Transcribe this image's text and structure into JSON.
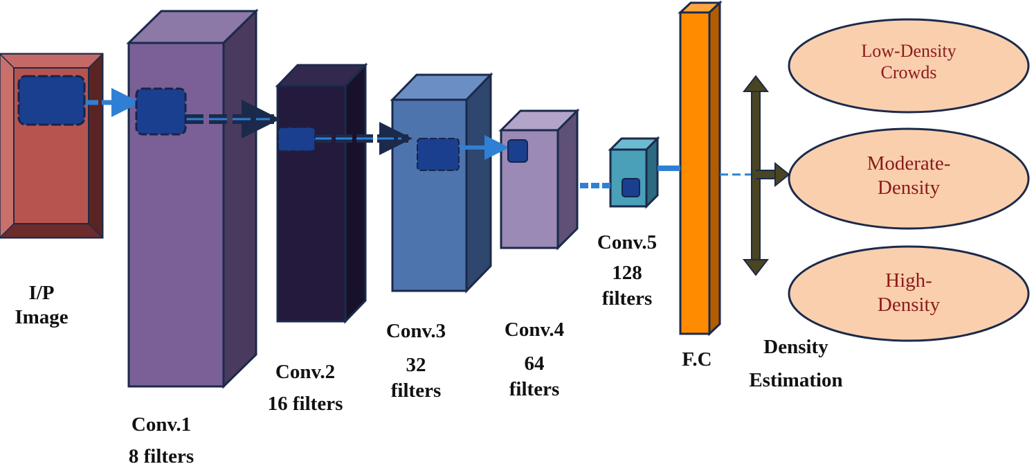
{
  "colors": {
    "input_front": "#b85450",
    "input_frame": "#8a3b3a",
    "conv1_front": "#7a6096",
    "conv1_top": "#8c79a8",
    "conv1_side": "#4a3a5e",
    "conv2_front": "#231a3d",
    "conv2_top": "#33294f",
    "conv2_side": "#18112b",
    "conv3_front": "#4e74ae",
    "conv3_top": "#6b8fc4",
    "conv3_side": "#2f466e",
    "conv4_front": "#9a8ab5",
    "conv4_top": "#b3a4c9",
    "conv4_side": "#5e5076",
    "conv5_front": "#4aa0b8",
    "conv5_top": "#6cbbd0",
    "conv5_side": "#2b6a80",
    "fc_front": "#ff8c00",
    "fc_side": "#b35c00",
    "kernel": "#1b3f8f",
    "arrow_blue": "#2f80d4",
    "arrow_dark": "#1b2a4a",
    "output_fill": "#f9cfae",
    "output_text": "#8b1a1a",
    "bracket": "#4a4520"
  },
  "labels": {
    "input": [
      "I/P",
      "Image"
    ],
    "conv1": [
      "Conv.1",
      "8 filters"
    ],
    "conv2": [
      "Conv.2",
      "16 filters"
    ],
    "conv3": [
      "Conv.3",
      "32",
      "filters"
    ],
    "conv4": [
      "Conv.4",
      "64",
      "filters"
    ],
    "conv5": [
      "Conv.5",
      "128",
      "filters"
    ],
    "fc": "F.C",
    "density": [
      "Density",
      "Estimation"
    ]
  },
  "outputs": [
    [
      "Low-Density",
      "Crowds"
    ],
    [
      "Moderate-",
      "Density"
    ],
    [
      "High-",
      "Density"
    ]
  ]
}
